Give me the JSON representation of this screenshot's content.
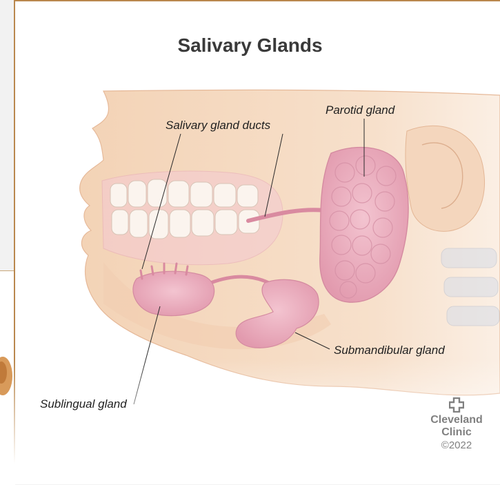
{
  "title": "Salivary Glands",
  "labels": {
    "ducts": "Salivary gland ducts",
    "parotid": "Parotid gland",
    "submandibular": "Submandibular gland",
    "sublingual": "Sublingual gland"
  },
  "logo": {
    "icon": "cleveland-clinic-cross-icon",
    "line1": "Cleveland",
    "line2": "Clinic",
    "copyright": "©2022"
  },
  "colors": {
    "frame": "#b9874d",
    "skin": "#f6d9bf",
    "gland": "#e9a9bb",
    "duct": "#d98aa0",
    "text": "#1f1f1f"
  }
}
